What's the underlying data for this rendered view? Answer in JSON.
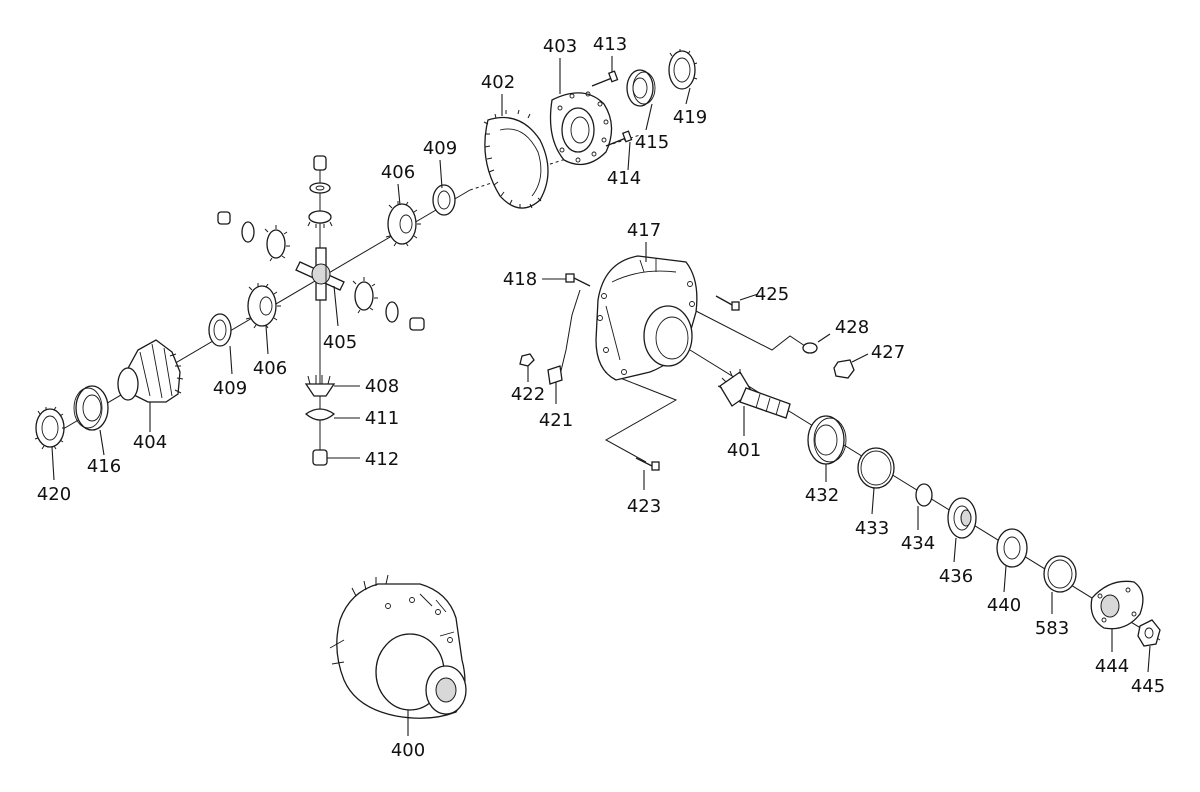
{
  "callouts": [
    {
      "id": "400",
      "text": "400"
    },
    {
      "id": "401",
      "text": "401"
    },
    {
      "id": "402",
      "text": "402"
    },
    {
      "id": "403",
      "text": "403"
    },
    {
      "id": "404",
      "text": "404"
    },
    {
      "id": "405",
      "text": "405"
    },
    {
      "id": "406a",
      "text": "406"
    },
    {
      "id": "406b",
      "text": "406"
    },
    {
      "id": "408",
      "text": "408"
    },
    {
      "id": "409a",
      "text": "409"
    },
    {
      "id": "409b",
      "text": "409"
    },
    {
      "id": "411",
      "text": "411"
    },
    {
      "id": "412",
      "text": "412"
    },
    {
      "id": "413",
      "text": "413"
    },
    {
      "id": "414",
      "text": "414"
    },
    {
      "id": "415",
      "text": "415"
    },
    {
      "id": "416",
      "text": "416"
    },
    {
      "id": "417",
      "text": "417"
    },
    {
      "id": "418",
      "text": "418"
    },
    {
      "id": "419",
      "text": "419"
    },
    {
      "id": "420",
      "text": "420"
    },
    {
      "id": "421",
      "text": "421"
    },
    {
      "id": "422",
      "text": "422"
    },
    {
      "id": "423",
      "text": "423"
    },
    {
      "id": "425",
      "text": "425"
    },
    {
      "id": "427",
      "text": "427"
    },
    {
      "id": "428",
      "text": "428"
    },
    {
      "id": "432",
      "text": "432"
    },
    {
      "id": "433",
      "text": "433"
    },
    {
      "id": "434",
      "text": "434"
    },
    {
      "id": "436",
      "text": "436"
    },
    {
      "id": "440",
      "text": "440"
    },
    {
      "id": "444",
      "text": "444"
    },
    {
      "id": "445",
      "text": "445"
    },
    {
      "id": "583",
      "text": "583"
    }
  ]
}
